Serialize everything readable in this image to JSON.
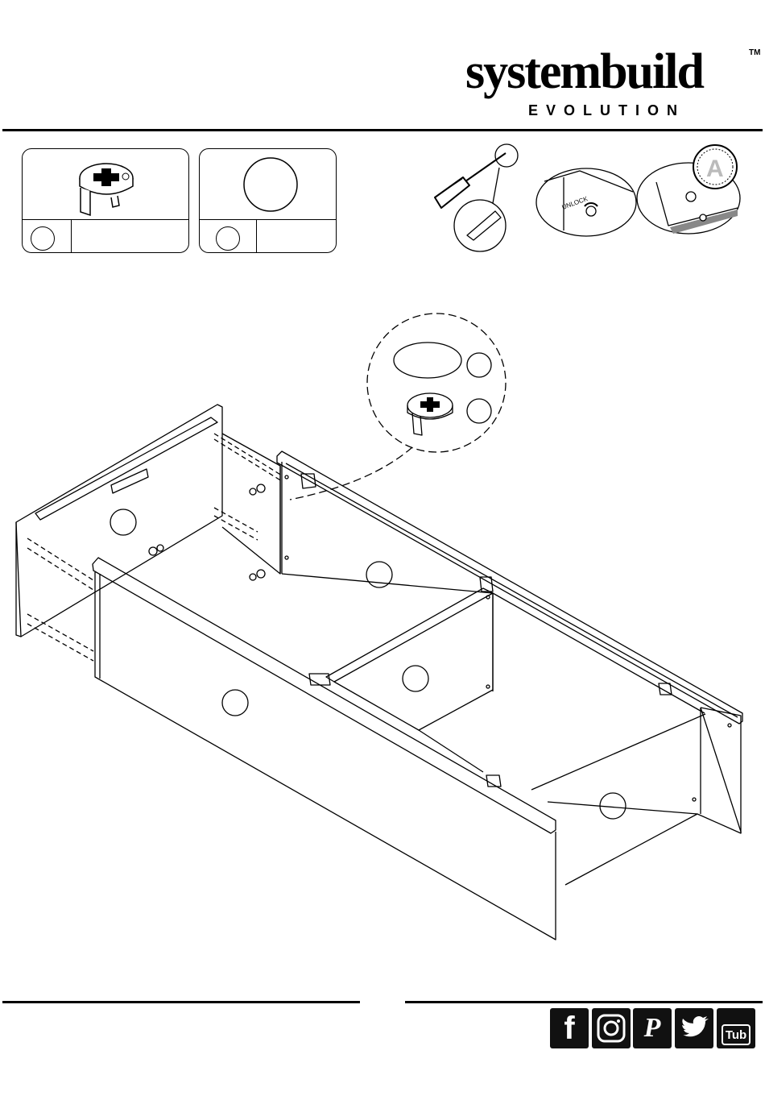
{
  "brand": {
    "name": "systembuild",
    "trademark": "TM",
    "line": "EVOLUTION"
  },
  "parts": [
    {
      "id": "cam-lock",
      "code": ""
    },
    {
      "id": "cap-cover",
      "code": ""
    }
  ],
  "tools": {
    "lock_label": "UNLOCK",
    "panel_letter": "A"
  },
  "social": [
    {
      "name": "facebook",
      "label": "f"
    },
    {
      "name": "instagram",
      "label": ""
    },
    {
      "name": "pinterest",
      "label": "P"
    },
    {
      "name": "twitter",
      "label": ""
    },
    {
      "name": "youtube",
      "label": "Tub"
    }
  ]
}
